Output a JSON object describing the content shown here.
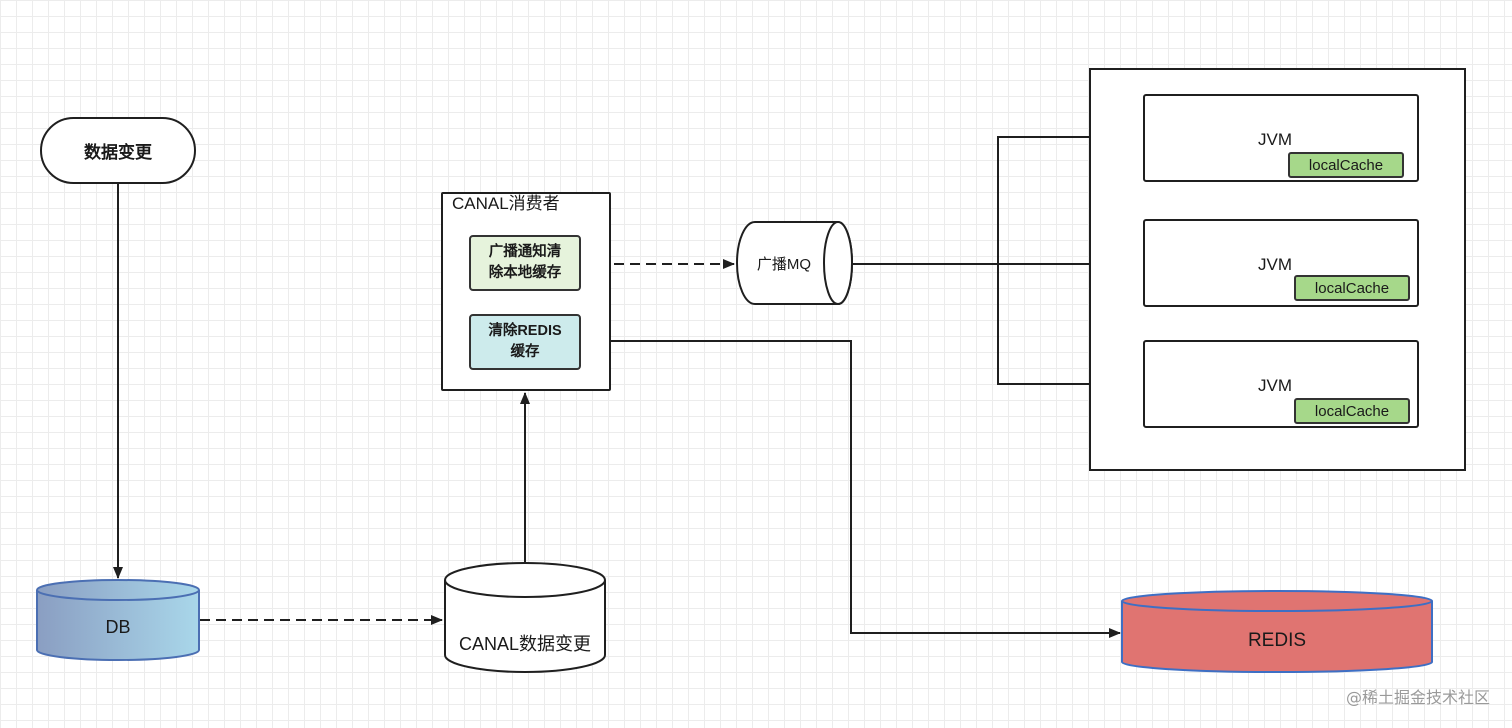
{
  "nodes": {
    "data_change": "数据变更",
    "db": "DB",
    "canal_change": "CANAL数据变更",
    "canal_consumer": "CANAL消费者",
    "broadcast_step": "广播通知清\n除本地缓存",
    "redis_step": "清除REDIS\n缓存",
    "mq": "广播MQ",
    "redis": "REDIS",
    "jvms": [
      {
        "label": "JVM",
        "cache": "localCache"
      },
      {
        "label": "JVM",
        "cache": "localCache"
      },
      {
        "label": "JVM",
        "cache": "localCache"
      }
    ]
  },
  "colors": {
    "db_fill_start": "#8a9ec2",
    "db_fill_end": "#a9d7ea",
    "db_stroke": "#4b6fb3",
    "redis_fill": "#e07471",
    "redis_stroke": "#3e6fc4",
    "local_cache_fill": "#a6d88a",
    "broadcast_fill": "#e6f3dc",
    "redis_step_fill": "#cdebec"
  },
  "watermark": "@稀土掘金技术社区"
}
